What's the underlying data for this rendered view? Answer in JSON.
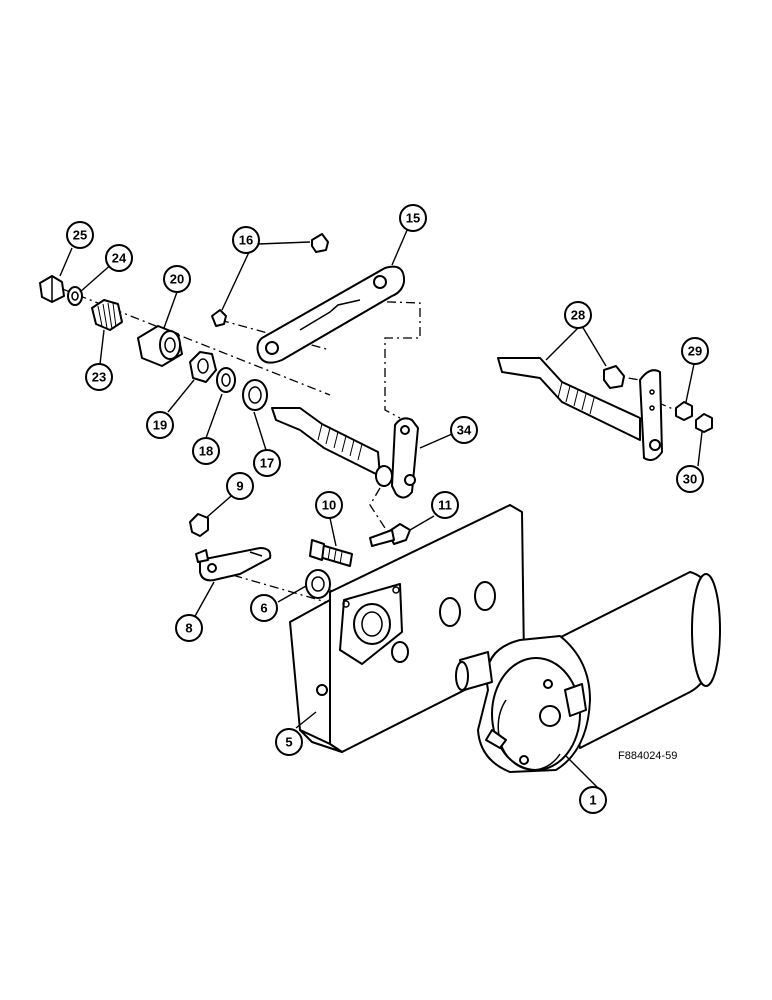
{
  "figure_code": "F884024-59",
  "callouts": {
    "c1": "1",
    "c5": "5",
    "c6": "6",
    "c8": "8",
    "c9": "9",
    "c10": "10",
    "c11": "11",
    "c15": "15",
    "c16": "16",
    "c17": "17",
    "c18": "18",
    "c19": "19",
    "c20": "20",
    "c23": "23",
    "c24": "24",
    "c25": "25",
    "c28": "28",
    "c29": "29",
    "c30": "30",
    "c34": "34"
  }
}
